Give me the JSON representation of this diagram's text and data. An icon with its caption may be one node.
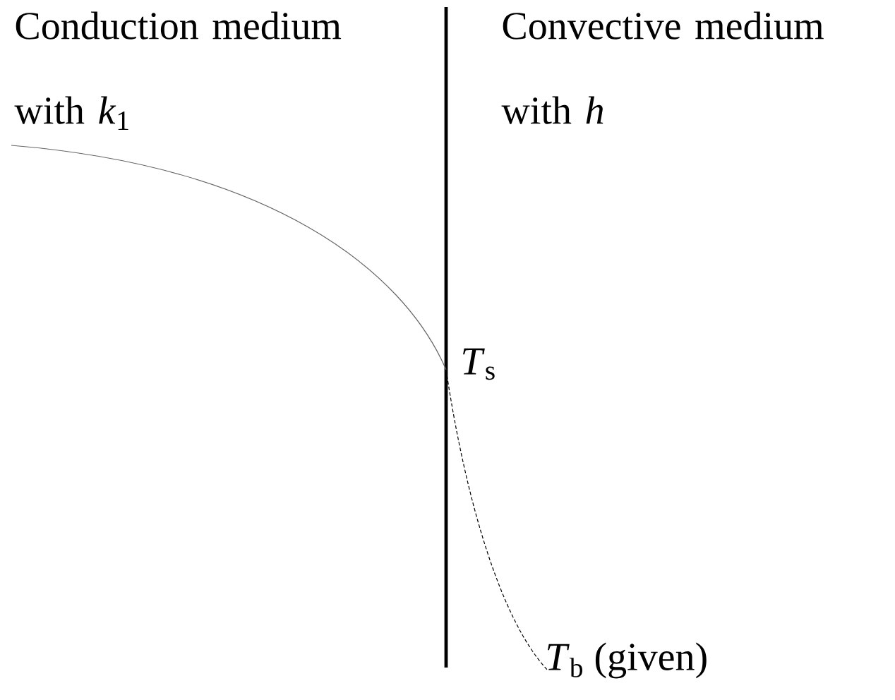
{
  "diagram": {
    "labels": [
      "Conduction medium with *k*$_{1}$",
      "Convective medium with *h*",
      "*T*$_{s}$",
      "*T*$_{b}$ (given)"
    ]
  }
}
